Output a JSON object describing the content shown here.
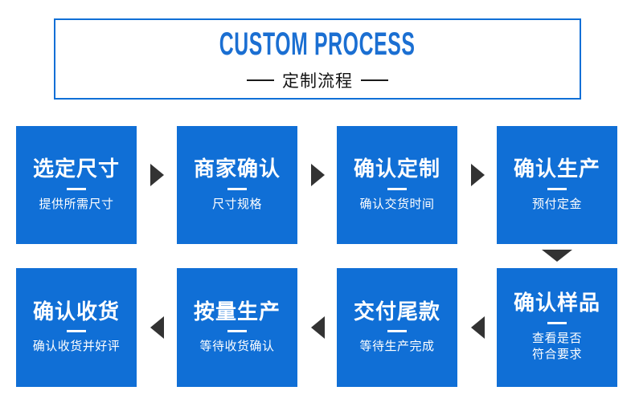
{
  "header": {
    "title_en": "CUSTOM PROCESS",
    "title_cn": "定制流程",
    "rule_left": "",
    "rule_right": "",
    "accent_color": "#106FD6",
    "title_color": "#1B6FD2",
    "subtitle_color": "#141414"
  },
  "flow": {
    "box_color": "#106FD6",
    "arrow_color": "#333333",
    "row1": [
      {
        "title": "选定尺寸",
        "sub": [
          "提供所需尺寸"
        ],
        "arrow_after": "arrow-right-icon"
      },
      {
        "title": "商家确认",
        "sub": [
          "尺寸规格"
        ],
        "arrow_after": "arrow-right-icon"
      },
      {
        "title": "确认定制",
        "sub": [
          "确认交货时间"
        ],
        "arrow_after": "arrow-right-icon"
      },
      {
        "title": "确认生产",
        "sub": [
          "预付定金"
        ],
        "arrow_after": "arrow-down-icon"
      }
    ],
    "row2": [
      {
        "title": "确认收货",
        "sub": [
          "确认收货并好评"
        ],
        "arrow_after": null
      },
      {
        "title": "按量生产",
        "sub": [
          "等待收货确认"
        ],
        "arrow_after": "arrow-left-icon"
      },
      {
        "title": "交付尾款",
        "sub": [
          "等待生产完成"
        ],
        "arrow_after": "arrow-left-icon"
      },
      {
        "title": "确认样品",
        "sub": [
          "查看是否",
          "符合要求"
        ],
        "arrow_after": "arrow-left-icon"
      }
    ]
  }
}
